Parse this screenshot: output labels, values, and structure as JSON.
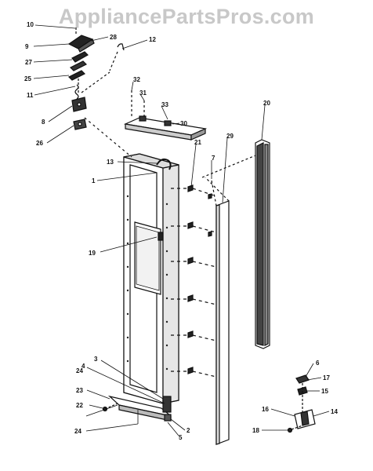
{
  "watermark": "AppliancePartsPros.com",
  "part_labels": {
    "p1": "1",
    "p2": "2",
    "p3": "3",
    "p4": "4",
    "p5": "5",
    "p6": "6",
    "p7": "7",
    "p8": "8",
    "p9": "9",
    "p10": "10",
    "p11": "11",
    "p12": "12",
    "p13": "13",
    "p14": "14",
    "p15": "15",
    "p16": "16",
    "p17": "17",
    "p18": "18",
    "p19": "19",
    "p20": "20",
    "p21": "21",
    "p22": "22",
    "p23": "23",
    "p24a": "24",
    "p24b": "24",
    "p25": "25",
    "p26": "26",
    "p27": "27",
    "p28": "28",
    "p29": "29",
    "p30": "30",
    "p31": "31",
    "p32": "32",
    "p33": "33"
  }
}
